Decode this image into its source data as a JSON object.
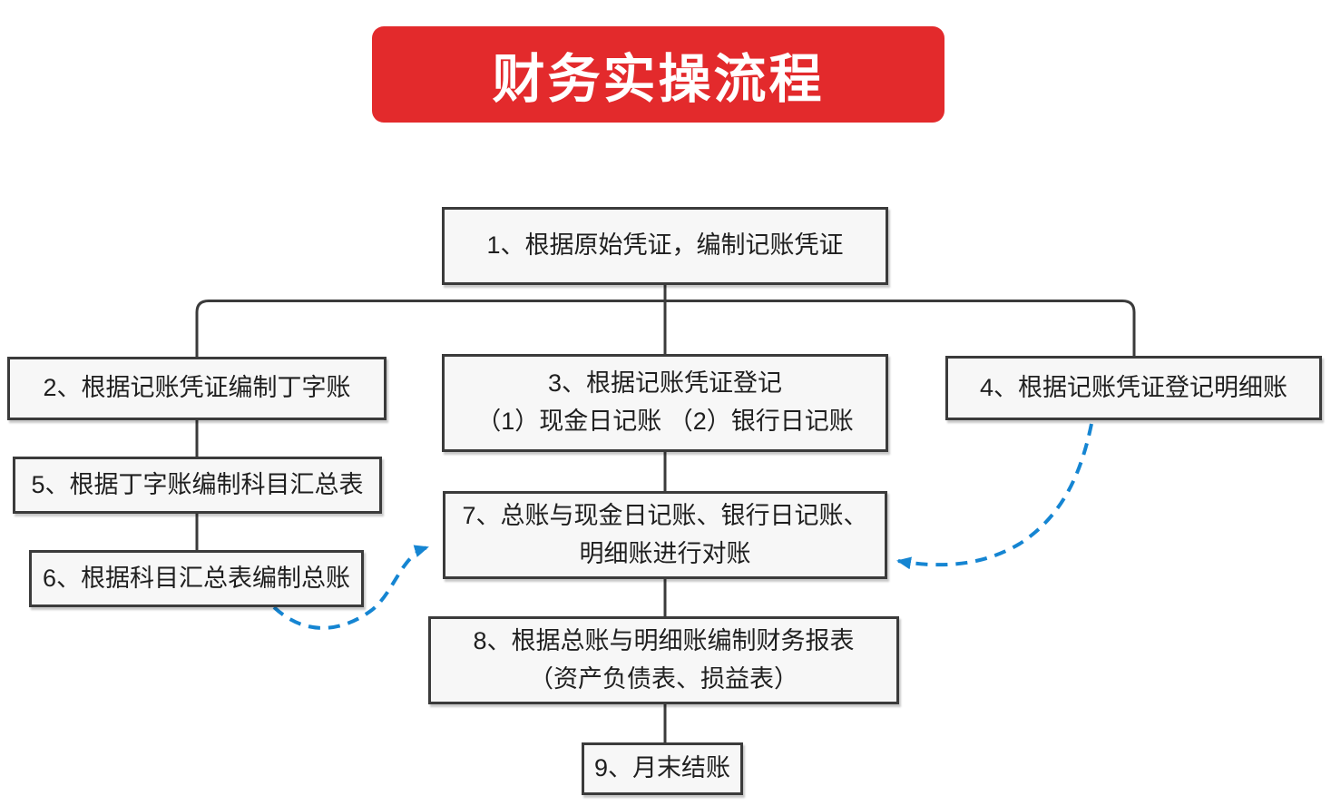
{
  "title": {
    "text": "财务实操流程"
  },
  "nodes": [
    {
      "id": "1",
      "label": "1、根据原始凭证，编制记账凭证"
    },
    {
      "id": "2",
      "label": "2、根据记账凭证编制丁字账"
    },
    {
      "id": "3",
      "label": "3、根据记账凭证登记\n（1）现金日记账 （2）银行日记账"
    },
    {
      "id": "4",
      "label": "4、根据记账凭证登记明细账"
    },
    {
      "id": "5",
      "label": "5、根据丁字账编制科目汇总表"
    },
    {
      "id": "6",
      "label": "6、根据科目汇总表编制总账"
    },
    {
      "id": "7",
      "label": "7、总账与现金日记账、银行日记账、\n明细账进行对账"
    },
    {
      "id": "8",
      "label": "8、根据总账与明细账编制财务报表\n（资产负债表、损益表）"
    },
    {
      "id": "9",
      "label": "9、月末结账"
    }
  ],
  "flow": {
    "solid_edges": [
      {
        "from": "1",
        "to": "2"
      },
      {
        "from": "1",
        "to": "3"
      },
      {
        "from": "1",
        "to": "4"
      },
      {
        "from": "2",
        "to": "5"
      },
      {
        "from": "5",
        "to": "6"
      },
      {
        "from": "3",
        "to": "7"
      },
      {
        "from": "7",
        "to": "8"
      },
      {
        "from": "8",
        "to": "9"
      }
    ],
    "dashed_arrow_edges": [
      {
        "from": "6",
        "to": "7"
      },
      {
        "from": "4",
        "to": "7"
      }
    ]
  },
  "colors": {
    "accent_red": "#e32a2c",
    "box_fill": "#f7f7f7",
    "line_dark": "#3b3b3b",
    "arrow_blue": "#1585d2",
    "text_dark": "#1f1f1f"
  }
}
